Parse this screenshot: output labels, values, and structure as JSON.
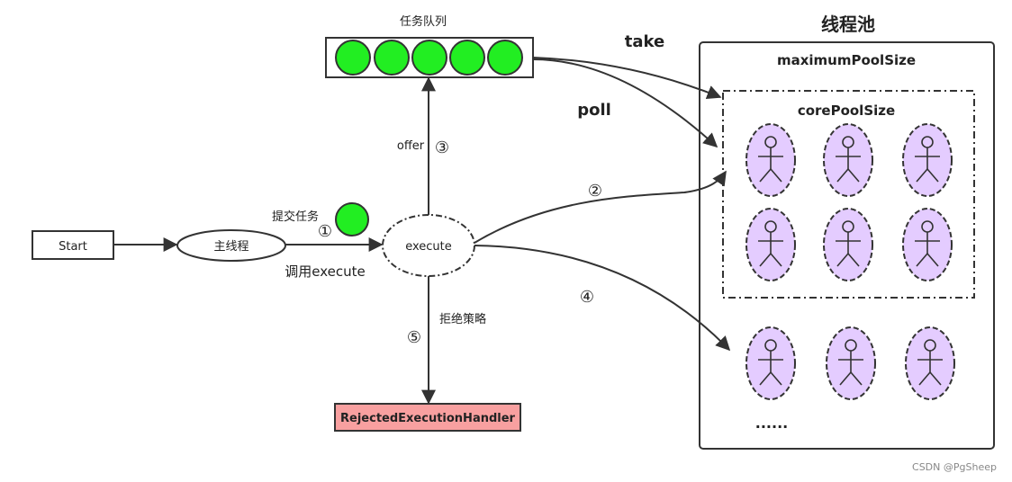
{
  "texts": {
    "task_queue": "任务队列",
    "take": "take",
    "poll": "poll",
    "thread_pool": "线程池",
    "max_pool": "maximumPoolSize",
    "core_pool": "corePoolSize",
    "start": "Start",
    "main_thread": "主线程",
    "submit_task": "提交任务",
    "call_execute": "调用execute",
    "execute": "execute",
    "offer": "offer",
    "reject_policy": "拒绝策略",
    "handler": "RejectedExecutionHandler",
    "n1": "①",
    "n2": "②",
    "n3": "③",
    "n4": "④",
    "n5": "⑤",
    "ellipsis": "......",
    "watermark": "CSDN @PgSheep"
  },
  "colors": {
    "queue_ball": "#22ee22",
    "worker_fill": "#e4ccff",
    "handler_fill": "#f8a0a0",
    "stroke": "#333333"
  }
}
